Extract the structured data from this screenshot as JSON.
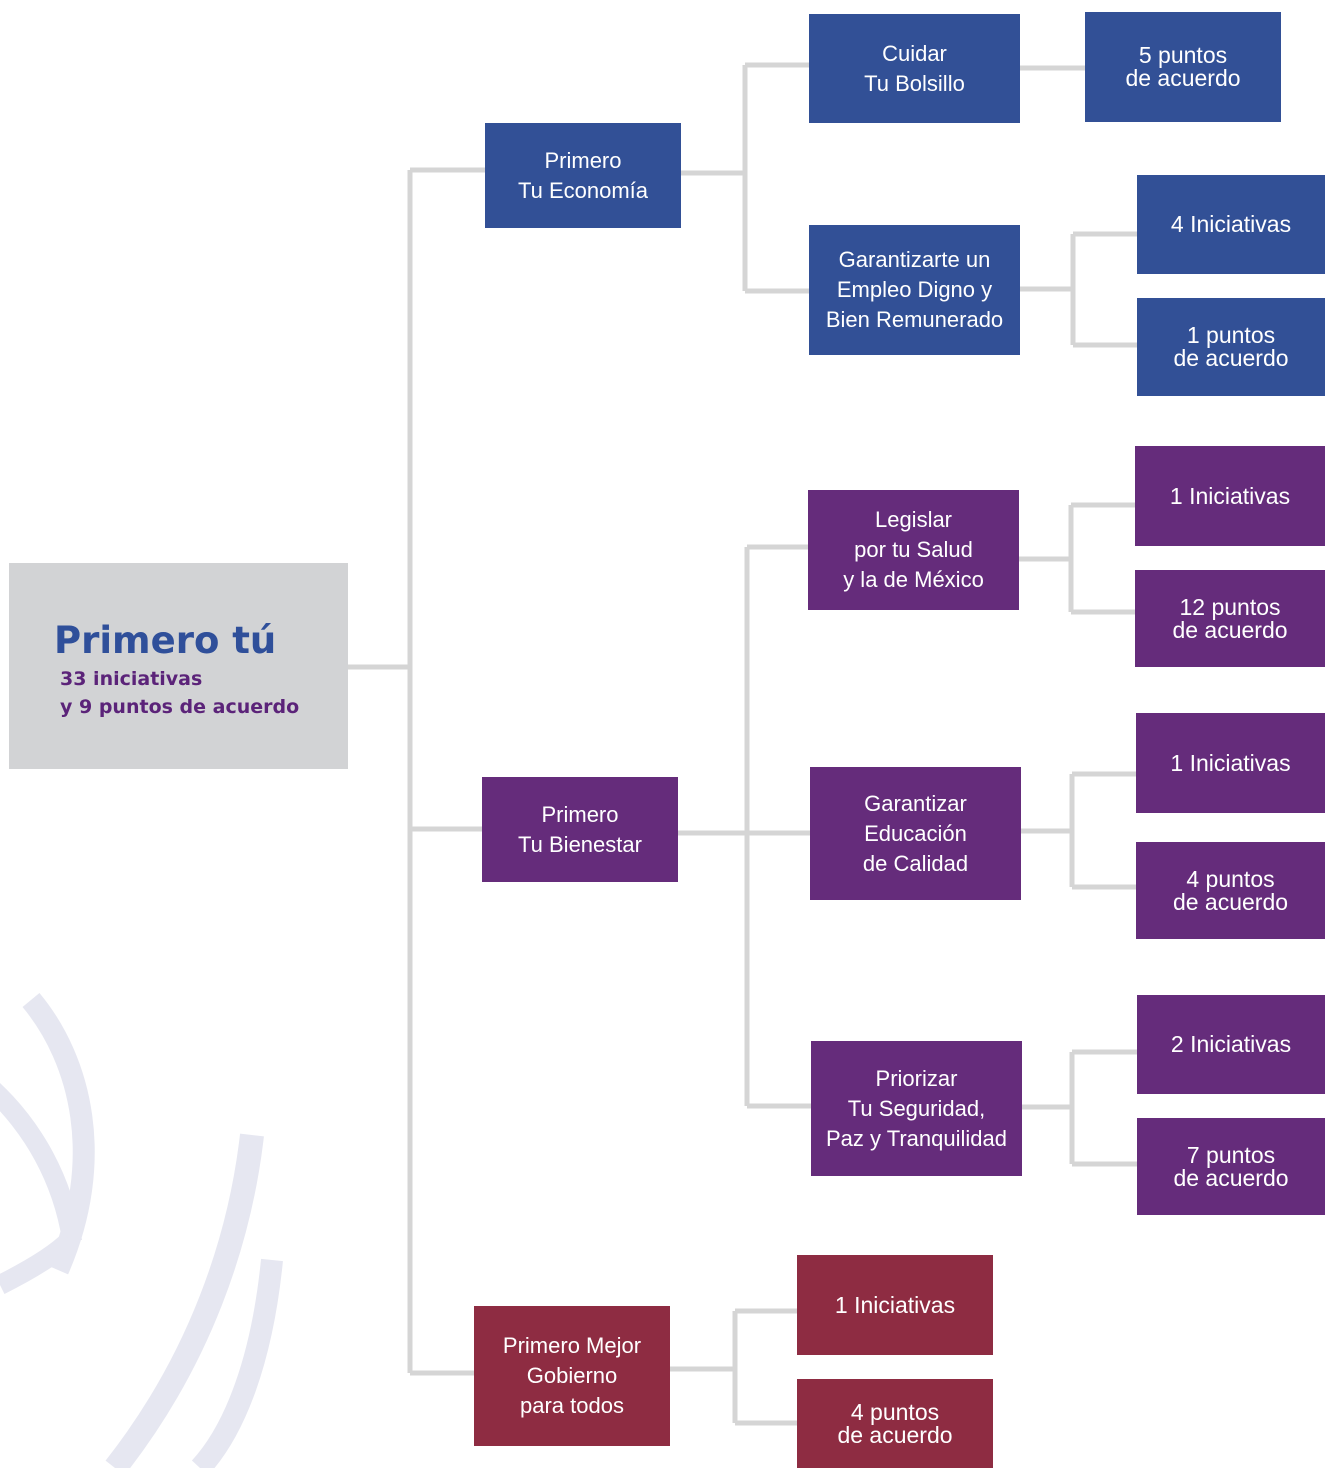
{
  "root": {
    "title": "Primero tú",
    "subtitle": "33 iniciativas\ny 9 puntos de acuerdo"
  },
  "economia": {
    "title": "Primero\nTu Economía",
    "bolsillo": {
      "label": "Cuidar\nTu Bolsillo",
      "puntos": "5 puntos\nde acuerdo"
    },
    "empleo": {
      "label": "Garantizarte un\nEmpleo Digno y\nBien Remunerado",
      "iniciativas": "4 Iniciativas",
      "puntos": "1 puntos\nde acuerdo"
    }
  },
  "bienestar": {
    "title": "Primero\nTu Bienestar",
    "salud": {
      "label": "Legislar\npor tu Salud\ny la de México",
      "iniciativas": "1 Iniciativas",
      "puntos": "12 puntos\nde acuerdo"
    },
    "educacion": {
      "label": "Garantizar\nEducación\nde Calidad",
      "iniciativas": "1 Iniciativas",
      "puntos": "4 puntos\nde acuerdo"
    },
    "seguridad": {
      "label": "Priorizar\nTu Seguridad,\nPaz y Tranquilidad",
      "iniciativas": "2 Iniciativas",
      "puntos": "7 puntos\nde acuerdo"
    }
  },
  "gobierno": {
    "title": "Primero Mejor\nGobierno\npara todos",
    "iniciativas": "1 Iniciativas",
    "puntos": "4 puntos\nde acuerdo"
  },
  "colors": {
    "economia": "#325096",
    "bienestar": "#652c7b",
    "gobierno": "#8e2c42",
    "root_background": "#d2d3d5",
    "connector": "#d5d5d5",
    "decorative_arcs": "#e6e7f1"
  }
}
